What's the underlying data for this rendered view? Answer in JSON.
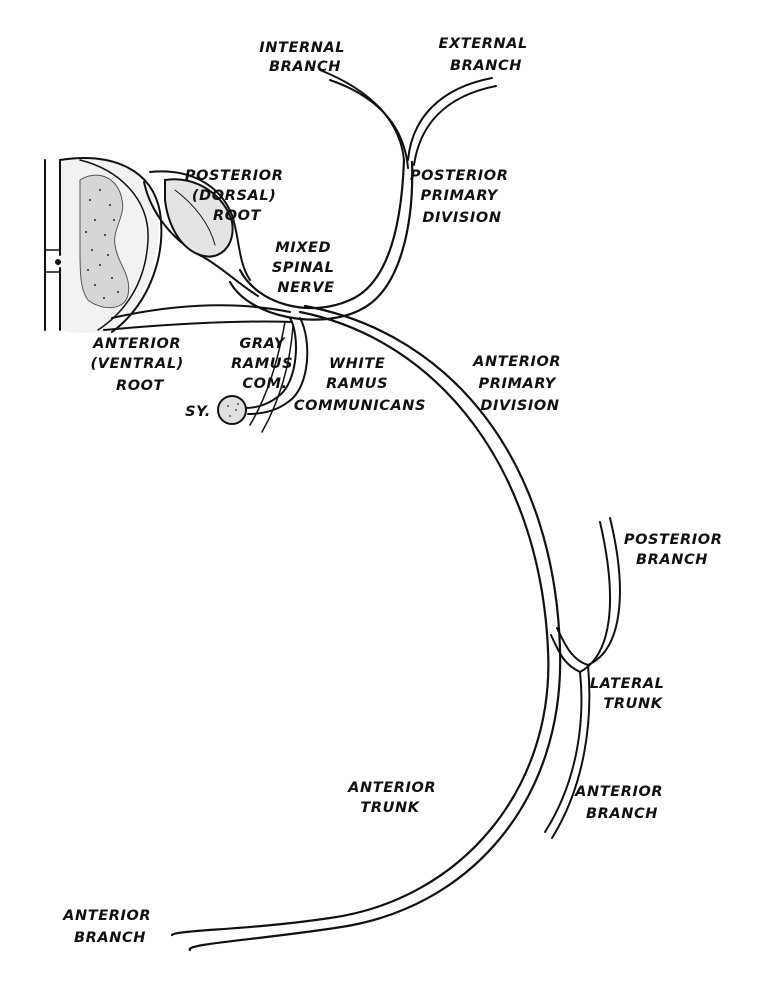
{
  "labels": {
    "internal_branch": [
      "INTERNAL",
      "BRANCH"
    ],
    "external_branch": [
      "EXTERNAL",
      "BRANCH"
    ],
    "posterior_root": [
      "POSTERIOR",
      "(DORSAL)",
      "ROOT"
    ],
    "posterior_primary_division": [
      "POSTERIOR",
      "PRIMARY",
      "DIVISION"
    ],
    "mixed_spinal_nerve": [
      "MIXED",
      "SPINAL",
      "NERVE"
    ],
    "anterior_root": [
      "ANTERIOR",
      "(VENTRAL)",
      "ROOT"
    ],
    "gray_ramus": [
      "GRAY",
      "RAMUS",
      "COM."
    ],
    "white_ramus": [
      "WHITE",
      "RAMUS",
      "COMMUNICANS"
    ],
    "anterior_primary_division": [
      "ANTERIOR",
      "PRIMARY",
      "DIVISION"
    ],
    "sympathetic_ganglion": [
      "SY."
    ],
    "posterior_branch": [
      "POSTERIOR",
      "BRANCH"
    ],
    "lateral_trunk": [
      "LATERAL",
      "TRUNK"
    ],
    "anterior_trunk": [
      "ANTERIOR",
      "TRUNK"
    ],
    "anterior_branch_lateral": [
      "ANTERIOR",
      "BRANCH"
    ],
    "anterior_branch_terminal": [
      "ANTERIOR",
      "BRANCH"
    ]
  }
}
